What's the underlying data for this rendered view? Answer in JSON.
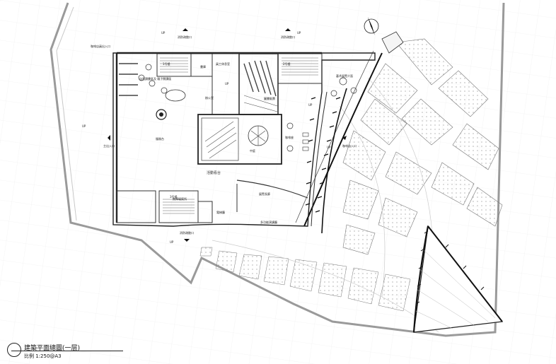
{
  "drawing": {
    "title": "建築平面總圖(一层)",
    "scale": "比例 1:250@A3"
  },
  "labels": {
    "entrance_north_left": "消防疏散口",
    "entrance_north_right": "消防疏散口",
    "entrance_south": "消防疏散口",
    "entrance_nw": "咖啡店員出入口",
    "entrance_main": "主出入口",
    "entrance_east": "咖啡店入口",
    "reading_room": "自習讀書區及\n親子閱讀區",
    "stair1": "1号楼",
    "stair2": "2号楼",
    "stair3": "3号楼",
    "staff_office": "員工休息室",
    "storage": "書庫",
    "office": "辦公室",
    "bookshop": "圖書販賣",
    "lobby": "服務台",
    "atrium": "中庭",
    "cafe_seat": "咖啡座",
    "art_exhibit": "藝术展覽介面",
    "exhibit_corridor": "展覽長廊",
    "lecture": "多功能演講廳",
    "toilet": "無障礙廁所",
    "elevator_hall": "電梯廳",
    "audience": "活動看台",
    "up_mark": "UP"
  },
  "icons": {
    "north_arrow": "north-arrow-icon",
    "section_marker": "section-marker-icon"
  }
}
